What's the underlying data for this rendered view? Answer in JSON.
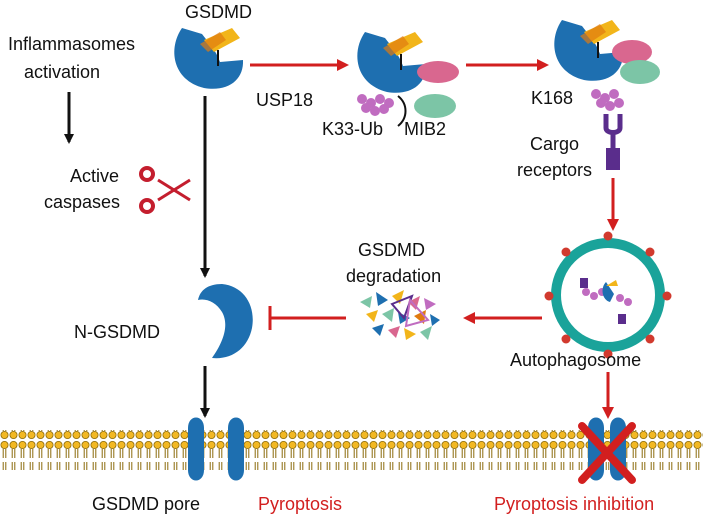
{
  "labels": {
    "gsdmd_top": "GSDMD",
    "inflammasomes_1": "Inflammasomes",
    "inflammasomes_2": "activation",
    "active_1": "Active",
    "active_2": "caspases",
    "usp18": "USP18",
    "k33ub": "K33-Ub",
    "mib2": "MIB2",
    "k168": "K168",
    "cargo_1": "Cargo",
    "cargo_2": "receptors",
    "degradation_1": "GSDMD",
    "degradation_2": "degradation",
    "n_gsdmd": "N-GSDMD",
    "autophagosome": "Autophagosome",
    "gsdmd_pore": "GSDMD pore",
    "pyroptosis": "Pyroptosis",
    "pyroptosis_inhibition": "Pyroptosis inhibition"
  },
  "colors": {
    "protein_blue": "#1e6fb0",
    "ligand_yellow": "#f2b51a",
    "ligand_orange": "#e07a10",
    "usp18_pink": "#d9678f",
    "mib2_green": "#7cc5a6",
    "ub_violet": "#c06cc0",
    "receptor_purple": "#5a2d8c",
    "arrow_red": "#d21f1f",
    "ring_teal": "#1aa39a",
    "membrane_head": "#f2b824"
  }
}
